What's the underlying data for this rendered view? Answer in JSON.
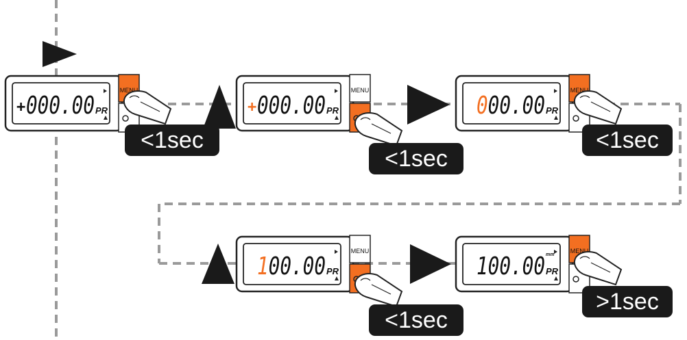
{
  "colors": {
    "accent": "#f36f21",
    "dashed_line": "#9a9a9a",
    "arrow": "#1a1a1a",
    "badge_bg": "#1a1a1a",
    "badge_text": "#ffffff"
  },
  "displays": [
    {
      "id": "d1",
      "sign": "+",
      "digits": "000.00",
      "unit": "PR",
      "button_label": "MENU",
      "active_button": "menu",
      "highlight": "none",
      "timing": "<1sec"
    },
    {
      "id": "d2",
      "sign": "+",
      "digits": "000.00",
      "unit": "PR",
      "button_label": "MENU",
      "active_button": "lower",
      "highlight": "sign",
      "timing": "<1sec"
    },
    {
      "id": "d3",
      "sign": "",
      "digits": "000.00",
      "unit": "PR",
      "button_label": "MENU",
      "active_button": "menu",
      "highlight": "first-digit",
      "timing": "<1sec"
    },
    {
      "id": "d4",
      "sign": "",
      "digits": "100.00",
      "unit": "PR",
      "button_label": "MENU",
      "active_button": "lower",
      "highlight": "first-digit",
      "timing": "<1sec"
    },
    {
      "id": "d5",
      "sign": "",
      "digits": "100.00",
      "unit": "PR",
      "unit_small": "mm",
      "button_label": "MENU",
      "active_button": "menu",
      "highlight": "none",
      "timing": ">1sec"
    }
  ],
  "arrows": [
    {
      "id": "a0",
      "icon": "right-arrow-icon"
    },
    {
      "id": "a1",
      "icon": "up-arrow-icon"
    },
    {
      "id": "a2",
      "icon": "right-arrow-icon"
    },
    {
      "id": "a3",
      "icon": "up-arrow-icon"
    },
    {
      "id": "a4",
      "icon": "right-arrow-icon"
    }
  ]
}
